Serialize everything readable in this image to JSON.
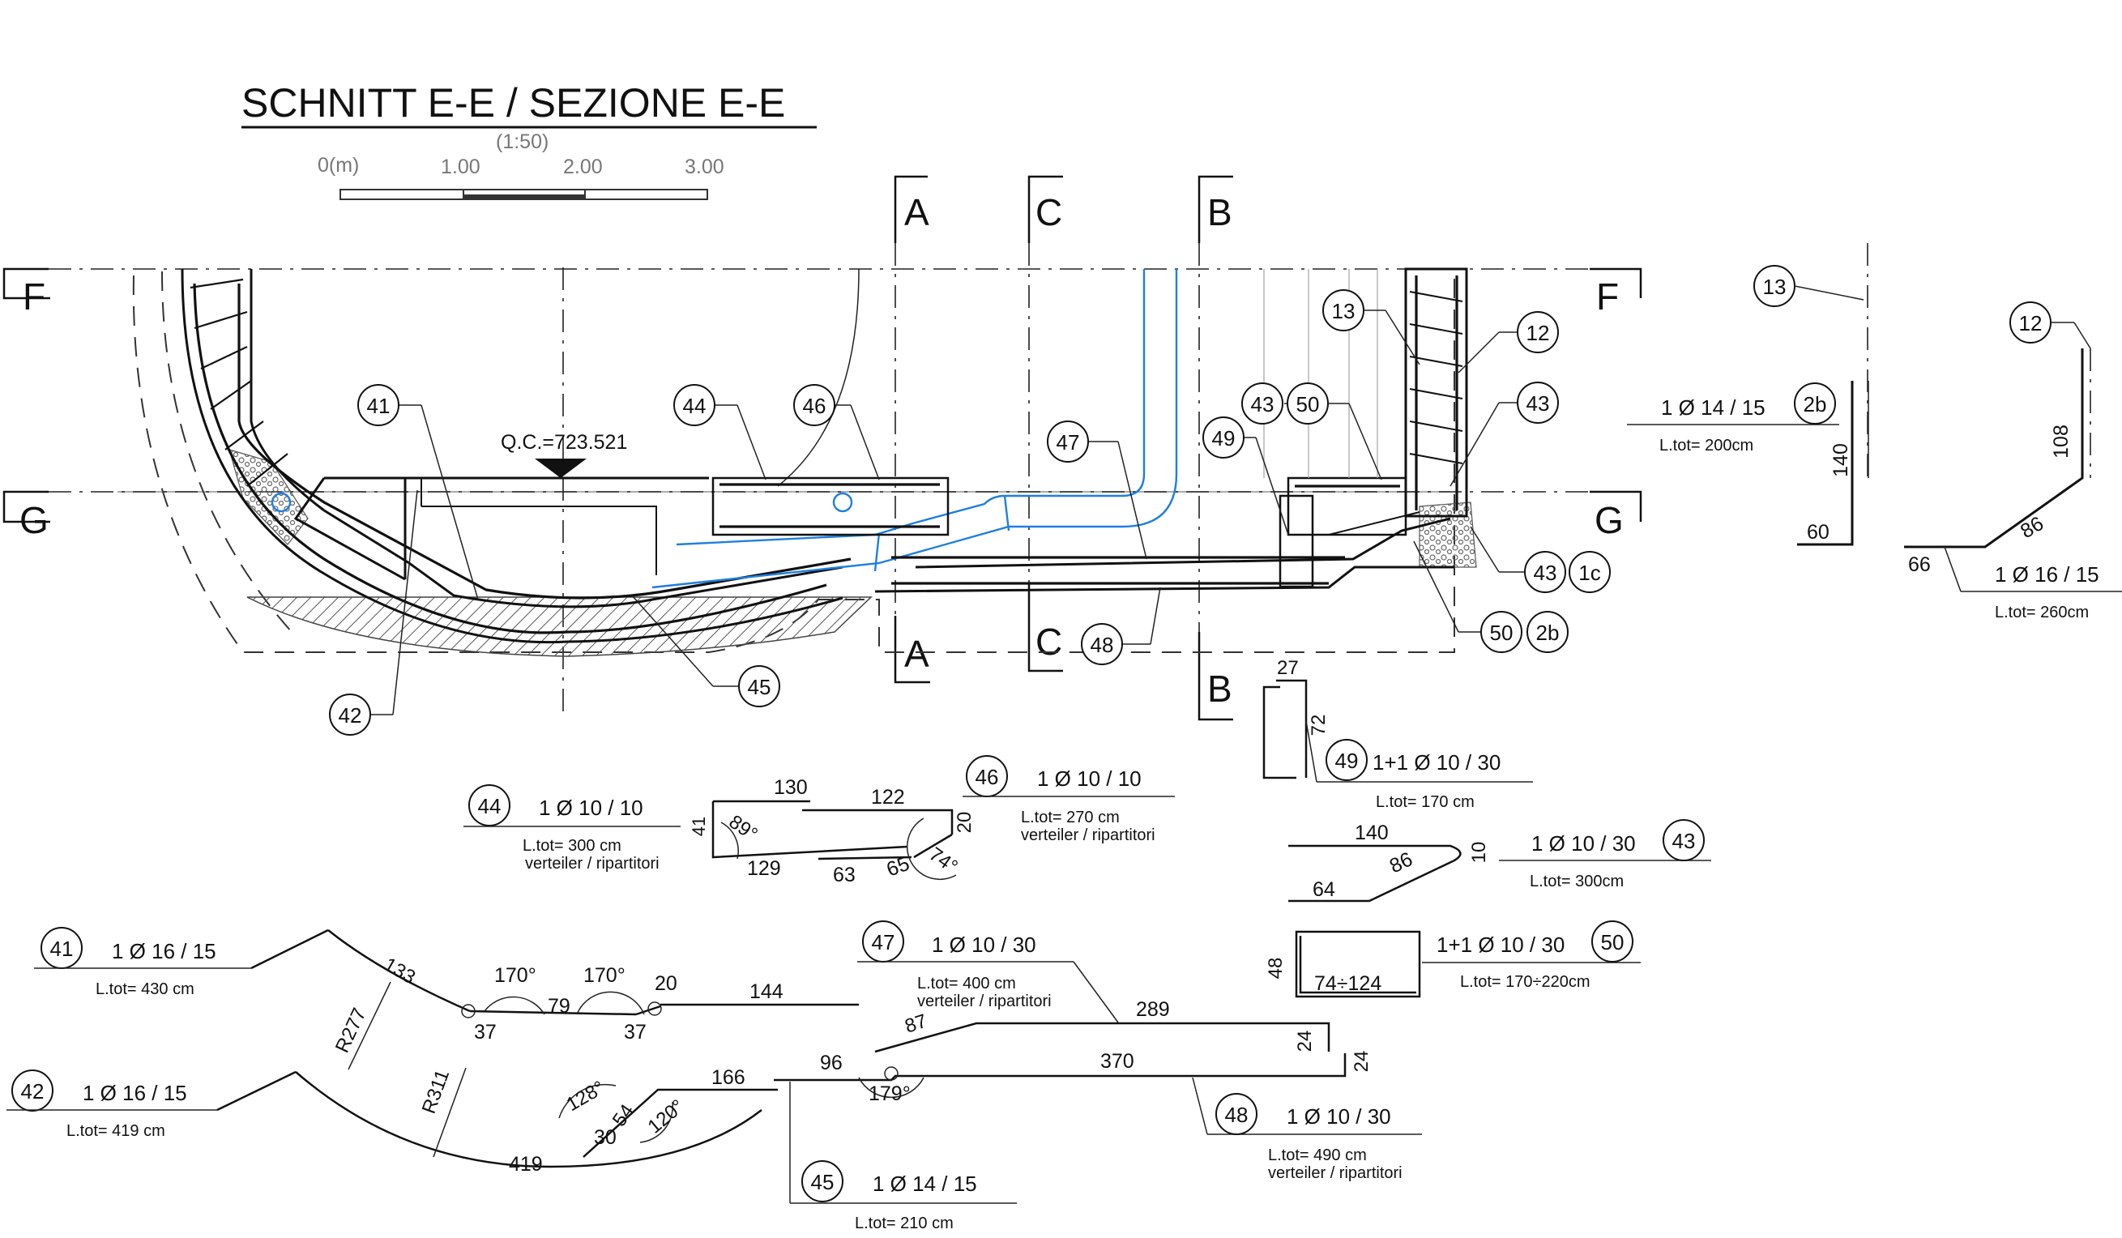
{
  "title": "SCHNITT E-E / SEZIONE E-E",
  "scale": {
    "ratio": "(1:50)",
    "unit": "0(m)",
    "ticks": [
      "1.00",
      "2.00",
      "3.00"
    ]
  },
  "section_marks": {
    "A": "A",
    "B": "B",
    "C": "C",
    "F": "F",
    "G": "G"
  },
  "elevation": "Q.C.=723.521",
  "callouts": {
    "c41": "41",
    "c42": "42",
    "c43": "43",
    "c44": "44",
    "c45": "45",
    "c46": "46",
    "c47": "47",
    "c48": "48",
    "c49": "49",
    "c50": "50",
    "c12": "12",
    "c13": "13",
    "c1c": "1c",
    "c2b": "2b"
  },
  "bars": {
    "b13": {
      "spec": "1 Ø 14 / 15",
      "tag": "2b",
      "length": "L.tot=  200cm",
      "dims": [
        "140",
        "60"
      ]
    },
    "b12": {
      "spec": "1 Ø 16 / 15",
      "length": "L.tot=  260cm",
      "dims": [
        "108",
        "86",
        "66"
      ]
    },
    "b44": {
      "spec": "1 Ø  10  /  10",
      "length": "L.tot=  300 cm",
      "note": "verteiler / ripartitori",
      "dims": [
        "130",
        "122",
        "41",
        "89°",
        "20",
        "129",
        "63",
        "65",
        "74°"
      ]
    },
    "b46": {
      "spec": "1 Ø  10  /  10",
      "length": "L.tot=  270 cm",
      "note": "verteiler / ripartitori"
    },
    "b49": {
      "spec": "1+1 Ø  10  / 30",
      "length": "L.tot=  170 cm",
      "dims": [
        "27",
        "72"
      ]
    },
    "b43": {
      "spec": "1 Ø  10  / 30",
      "length": "L.tot=  300cm",
      "dims": [
        "140",
        "10",
        "86",
        "64"
      ]
    },
    "b50": {
      "spec": "1+1 Ø  10  / 30",
      "length": "L.tot=  170÷220cm",
      "dims": [
        "48",
        "74÷124"
      ]
    },
    "b41": {
      "spec": "1 Ø  16  /  15",
      "length": "L.tot=  430 cm",
      "dims": [
        "133",
        "R277",
        "170°",
        "170°",
        "20",
        "79",
        "37",
        "37",
        "144"
      ]
    },
    "b42": {
      "spec": "1 Ø  16  /  15",
      "length": "L.tot=  419 cm",
      "dims": [
        "R311",
        "128°",
        "54",
        "30",
        "120°",
        "166",
        "419"
      ]
    },
    "b47": {
      "spec": "1 Ø  10  / 30",
      "length": "L.tot=  400 cm",
      "note": "verteiler / ripartitori",
      "dims": [
        "87",
        "289",
        "24"
      ]
    },
    "b48": {
      "spec": "1 Ø  10  / 30",
      "length": "L.tot=  490 cm",
      "note": "verteiler / ripartitori",
      "dims": [
        "96",
        "179°",
        "370",
        "24"
      ]
    },
    "b45": {
      "spec": "1 Ø  14  / 15",
      "length": "L.tot=  210 cm"
    }
  }
}
